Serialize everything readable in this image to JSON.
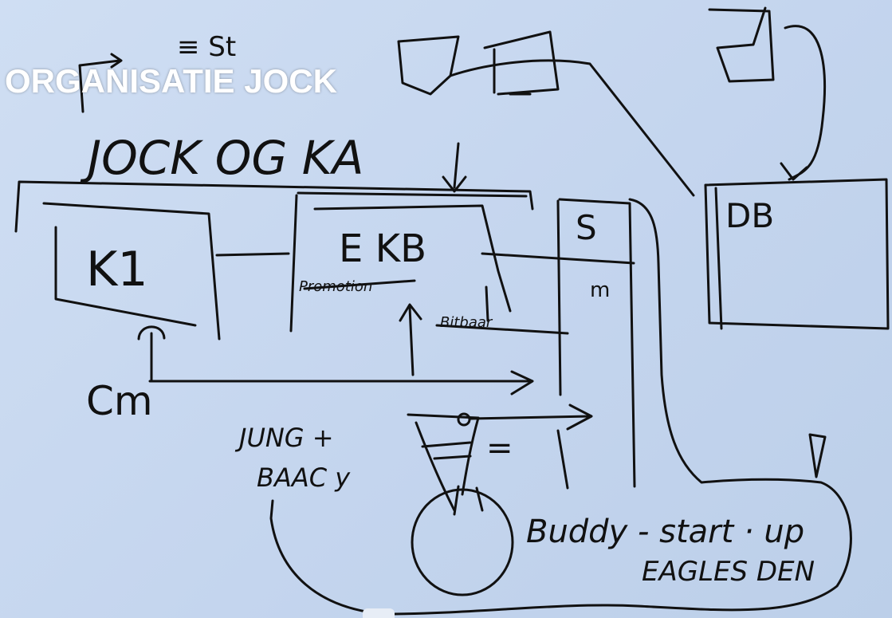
{
  "overlay_title": "ORGANISATIE JOCK",
  "colors": {
    "board": "#c9d9f0",
    "ink": "#111111",
    "overlay_text": "#ffffff"
  },
  "handwriting": {
    "top_mark": "≡ St",
    "subtitle": "JOCK OG KA",
    "box_k": "K1",
    "box_ekb": "E KB",
    "box_ekb_sub1": "Promotion",
    "box_ekb_sub2": "Bitbaar",
    "column_s": "S",
    "column_m": "m",
    "box_db": "DB",
    "cm_label": "Cm",
    "young_label": "JUNG +",
    "baac_label": "BAAC y",
    "equals": "=",
    "buddy": "Buddy - start · up",
    "eagles": "EAGLES DEN"
  }
}
